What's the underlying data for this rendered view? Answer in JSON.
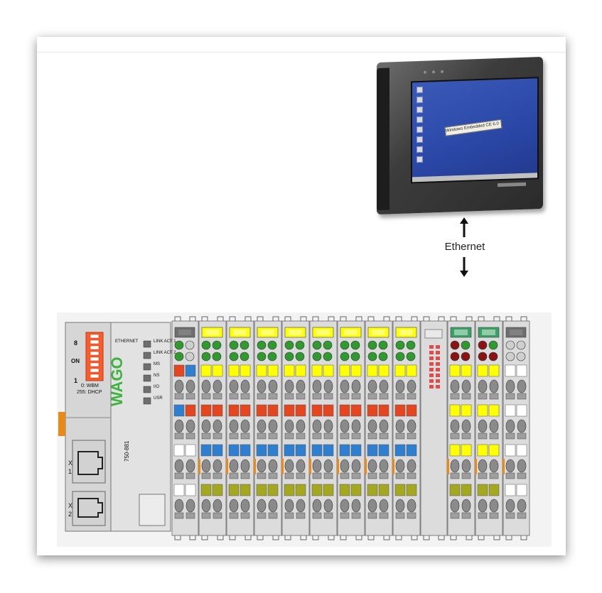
{
  "diagram": {
    "connection_label": "Ethernet",
    "hmi": {
      "banner_text": "Windows Embedded CE 6.0"
    },
    "controller": {
      "switch_high": "8",
      "switch_on": "ON",
      "switch_low": "1",
      "mode_line_1": "0: WBM",
      "mode_line_2": "255: DHCP",
      "ethernet_label": "ETHERNET",
      "led_labels": [
        "LINK ACT 1",
        "LINK ACT 2",
        "MS",
        "NS",
        "I/O",
        "USR"
      ],
      "brand": "WAGO",
      "model": "750-881",
      "port_1": "X 1",
      "port_2": "X 2"
    },
    "io_modules": [
      {
        "type": "end",
        "row_colors": [
          "#e4461f",
          "#2f7fd0",
          "#ffffff",
          "#ffffff"
        ]
      },
      {
        "type": "digital",
        "top": "#ffff00",
        "row_colors": [
          "#ffff00",
          "#e4461f",
          "#2f7fd0",
          "#a3a820"
        ]
      },
      {
        "type": "digital",
        "top": "#ffff00",
        "row_colors": [
          "#ffff00",
          "#e4461f",
          "#2f7fd0",
          "#a3a820"
        ]
      },
      {
        "type": "digital",
        "top": "#ffff00",
        "row_colors": [
          "#ffff00",
          "#e4461f",
          "#2f7fd0",
          "#a3a820"
        ]
      },
      {
        "type": "digital",
        "top": "#ffff00",
        "row_colors": [
          "#ffff00",
          "#e4461f",
          "#2f7fd0",
          "#a3a820"
        ]
      },
      {
        "type": "digital",
        "top": "#ffff00",
        "row_colors": [
          "#ffff00",
          "#e4461f",
          "#2f7fd0",
          "#a3a820"
        ]
      },
      {
        "type": "digital",
        "top": "#ffff00",
        "row_colors": [
          "#ffff00",
          "#e4461f",
          "#2f7fd0",
          "#a3a820"
        ]
      },
      {
        "type": "digital",
        "top": "#ffff00",
        "row_colors": [
          "#ffff00",
          "#e4461f",
          "#2f7fd0",
          "#a3a820"
        ]
      },
      {
        "type": "digital",
        "top": "#ffff00",
        "row_colors": [
          "#ffff00",
          "#e4461f",
          "#2f7fd0",
          "#a3a820"
        ]
      },
      {
        "type": "counter",
        "row_colors": [
          "#ffffff",
          "#ffffff",
          "#ffffff",
          "#ffffff"
        ]
      },
      {
        "type": "output",
        "top": "#3aa063",
        "row_colors": [
          "#ffff00",
          "#ffff00",
          "#ffff00",
          "#a3a820"
        ]
      },
      {
        "type": "output",
        "top": "#3aa063",
        "row_colors": [
          "#ffff00",
          "#ffff00",
          "#ffff00",
          "#a3a820"
        ]
      },
      {
        "type": "end",
        "row_colors": [
          "#ffffff",
          "#ffffff",
          "#ffffff",
          "#ffffff"
        ]
      }
    ],
    "colors": {
      "led_green": "#2f9b2f",
      "led_red": "#8a1414",
      "dip_switch": "#ff5a2a",
      "module_body": "#dcdcdc",
      "orange_tab": "#e88a1a"
    }
  }
}
